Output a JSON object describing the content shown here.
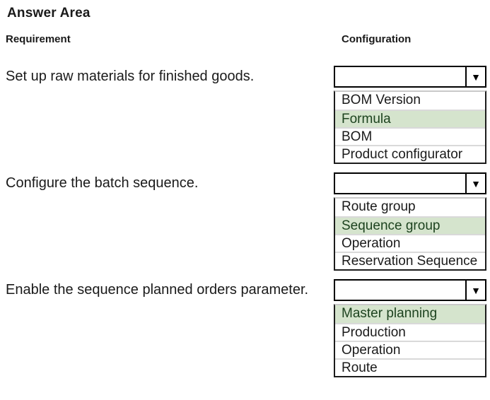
{
  "title": "Answer Area",
  "columns": {
    "requirement": "Requirement",
    "configuration": "Configuration"
  },
  "dropdown": {
    "arrow_glyph": "▼"
  },
  "colors": {
    "highlight_bg": "#d5e4cd",
    "highlight_text": "#1d431f",
    "border": "#000000",
    "row_separator": "#d9d9d9"
  },
  "groups": [
    {
      "requirement": "Set up raw materials for finished goods.",
      "selected_value": "",
      "options": [
        {
          "label": "BOM Version",
          "highlighted": false
        },
        {
          "label": "Formula",
          "highlighted": true
        },
        {
          "label": "BOM",
          "highlighted": false
        },
        {
          "label": "Product configurator",
          "highlighted": false
        }
      ]
    },
    {
      "requirement": "Configure the batch sequence.",
      "selected_value": "",
      "options": [
        {
          "label": "Route group",
          "highlighted": false
        },
        {
          "label": "Sequence group",
          "highlighted": true
        },
        {
          "label": "Operation",
          "highlighted": false
        },
        {
          "label": "Reservation Sequence",
          "highlighted": false
        }
      ]
    },
    {
      "requirement": "Enable the sequence planned orders parameter.",
      "selected_value": "",
      "options": [
        {
          "label": "Master planning",
          "highlighted": true
        },
        {
          "label": "Production",
          "highlighted": false
        },
        {
          "label": "Operation",
          "highlighted": false
        },
        {
          "label": "Route",
          "highlighted": false
        }
      ]
    }
  ]
}
